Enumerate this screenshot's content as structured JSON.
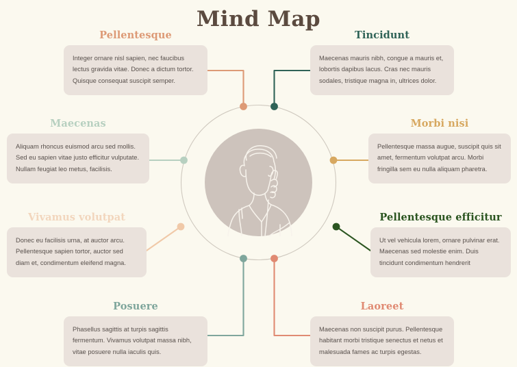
{
  "page": {
    "title": "Mind Map",
    "background_color": "#fbf9ef",
    "title_color": "#5b4a3f",
    "box_background": "#eae2dc",
    "box_text_color": "#58504c",
    "ring_color": "#cfc9bf",
    "center_disc_color": "#cdc3bc",
    "portrait_line_color": "#f7f3ec"
  },
  "center": {
    "illustration_name": "thinking-person-line-art"
  },
  "nodes": [
    {
      "id": "pellentesque",
      "heading": "Pellentesque",
      "color": "#dd9a76",
      "body": "Integer ornare nisl sapien, nec faucibus lectus gravida vitae. Donec a dictum tortor. Quisque consequat suscipit semper.",
      "position": "top-left"
    },
    {
      "id": "tincidunt",
      "heading": "Tincidunt",
      "color": "#2f6357",
      "body": "Maecenas mauris nibh, congue a mauris et, lobortis dapibus lacus. Cras nec mauris sodales, tristique magna in, ultrices dolor.",
      "position": "top-right"
    },
    {
      "id": "maecenas",
      "heading": "Maecenas",
      "color": "#b7d0c0",
      "body": "Aliquam rhoncus euismod arcu sed mollis. Sed eu sapien vitae justo efficitur vulputate. Nullam feugiat leo metus, facilisis.",
      "position": "left-middle"
    },
    {
      "id": "morbi-nisi",
      "heading": "Morbi nisi",
      "color": "#d7a860",
      "body": "Pellentesque massa augue, suscipit quis sit amet, fermentum volutpat arcu. Morbi fringilla sem eu nulla aliquam pharetra.",
      "position": "right-middle"
    },
    {
      "id": "vivamus-volutpat",
      "heading": "Vivamus volutpat",
      "color": "#f2d6bd",
      "body": "Donec eu facilisis urna, at auctor arcu. Pellentesque sapien tortor, auctor sed diam et, condimentum eleifend magna.",
      "position": "lower-left"
    },
    {
      "id": "pellentesque-efficitur",
      "heading": "Pellentesque efficitur",
      "color": "#2b5520",
      "body": "Ut vel vehicula lorem, ornare pulvinar erat. Maecenas sed molestie enim. Duis tincidunt condimentum hendrerit",
      "position": "lower-right"
    },
    {
      "id": "posuere",
      "heading": "Posuere",
      "color": "#7fa69c",
      "body": "Phasellus sagittis at turpis sagittis fermentum. Vivamus volutpat massa nibh, vitae posuere nulla iaculis quis.",
      "position": "bottom-left"
    },
    {
      "id": "laoreet",
      "heading": "Laoreet",
      "color": "#e08a72",
      "body": "Maecenas non suscipit purus. Pellentesque habitant morbi tristique senectus et netus et malesuada fames ac turpis egestas.",
      "position": "bottom-right"
    }
  ]
}
